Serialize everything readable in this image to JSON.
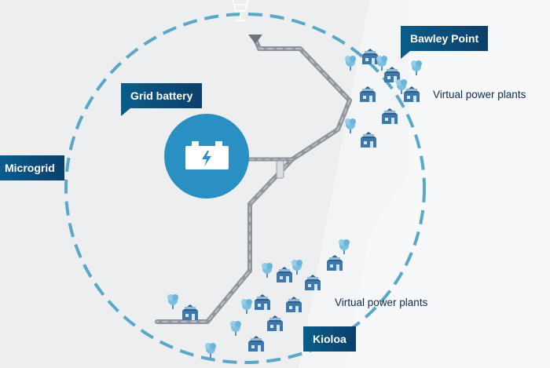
{
  "labels": {
    "grid_battery": "Grid battery",
    "microgrid": "Microgrid",
    "bawley_point": "Bawley Point",
    "kioloa": "Kioloa",
    "vpp_upper": "Virtual power plants",
    "vpp_lower": "Virtual power plants"
  },
  "colors": {
    "background": "#eceef0",
    "ring": "#5aa7c8",
    "battery": "#2a8fc2",
    "tag_dark": "#0c3f6b",
    "cable": "#9aa1a8",
    "house": "#3f78a8",
    "tree": "#7cc0e0"
  },
  "icons": {
    "battery": "battery-icon",
    "lightning": "lightning-icon",
    "tower": "transmission-tower-icon",
    "house": "house-icon",
    "tree": "tree-icon"
  }
}
